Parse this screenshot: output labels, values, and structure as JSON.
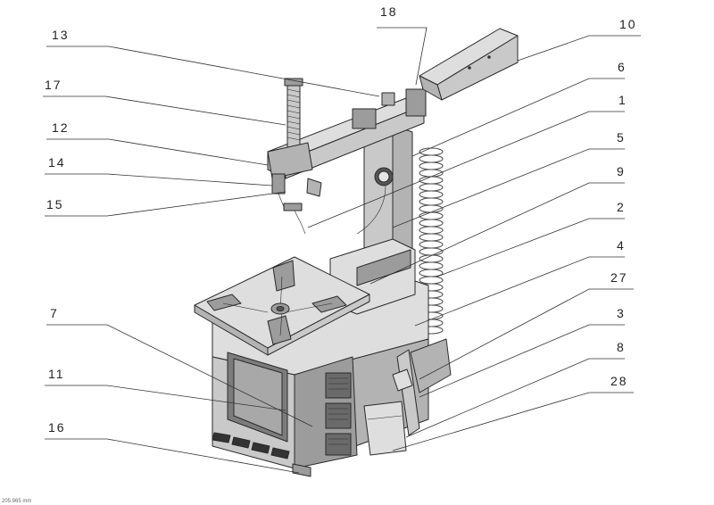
{
  "labels": {
    "l18": "18",
    "l13": "13",
    "l10": "10",
    "l17": "17",
    "l6": "6",
    "l12": "12",
    "l1": "1",
    "l14": "14",
    "l5": "5",
    "l15": "15",
    "l9": "9",
    "l2": "2",
    "l4": "4",
    "l7": "7",
    "l27": "27",
    "l3": "3",
    "l11": "11",
    "l8": "8",
    "l28": "28",
    "l16": "16"
  },
  "footer": {
    "scale_text": "205.965 mm"
  }
}
